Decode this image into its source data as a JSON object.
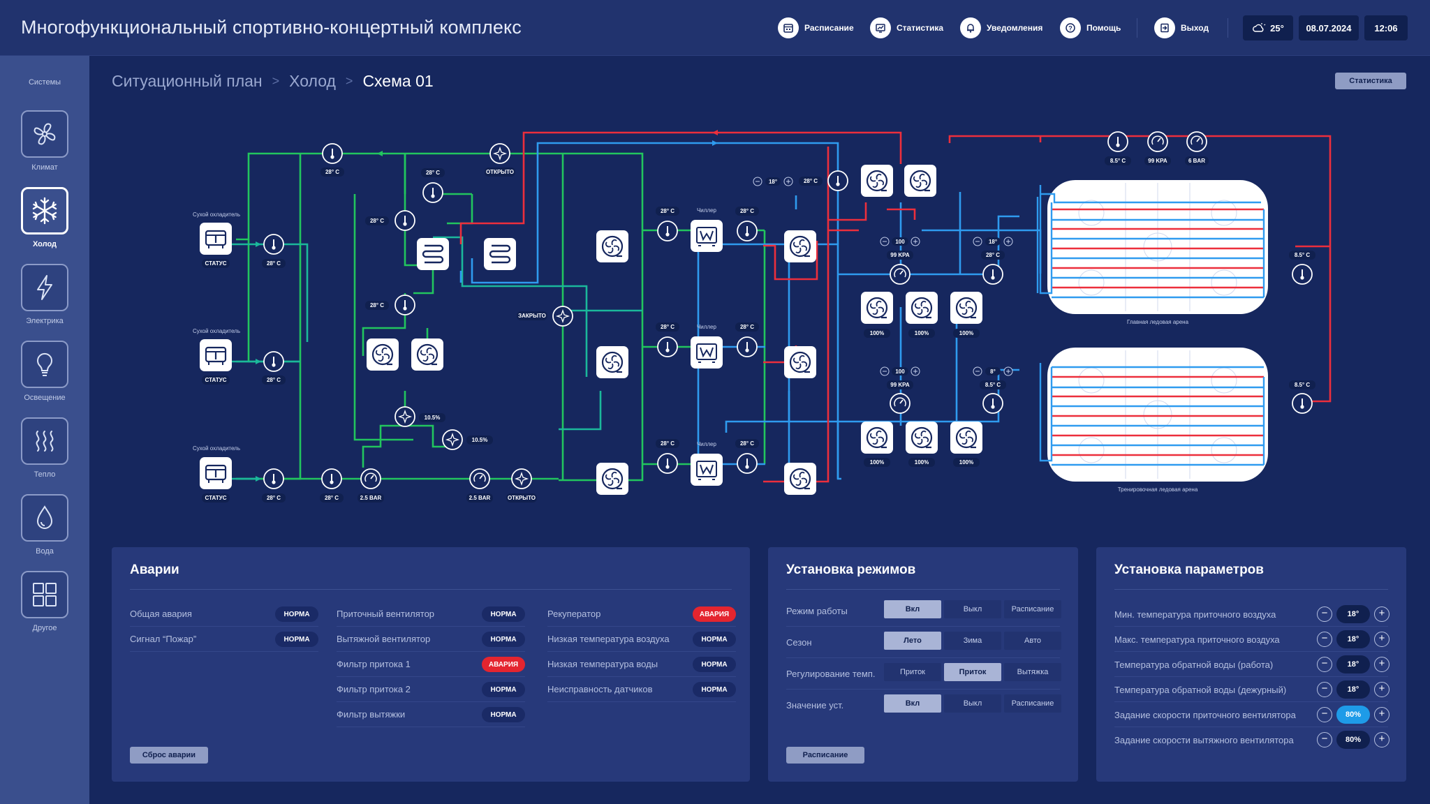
{
  "app": {
    "title": "Многофункциональный спортивно-концертный комплекс"
  },
  "header": {
    "nav": [
      {
        "label": "Расписание",
        "icon": "calendar-icon"
      },
      {
        "label": "Статистика",
        "icon": "chart-icon"
      },
      {
        "label": "Уведомления",
        "icon": "bell-icon"
      },
      {
        "label": "Помощь",
        "icon": "help-icon"
      },
      {
        "label": "Выход",
        "icon": "exit-icon"
      }
    ],
    "weather": "25°",
    "date": "08.07.2024",
    "time": "12:06"
  },
  "sidebar": {
    "title": "Системы",
    "items": [
      {
        "label": "Климат",
        "icon": "fan-icon"
      },
      {
        "label": "Холод",
        "icon": "snowflake-icon",
        "active": true
      },
      {
        "label": "Электрика",
        "icon": "lightning-icon"
      },
      {
        "label": "Освещение",
        "icon": "bulb-icon"
      },
      {
        "label": "Тепло",
        "icon": "heat-icon"
      },
      {
        "label": "Вода",
        "icon": "drop-icon"
      },
      {
        "label": "Другое",
        "icon": "grid-icon"
      }
    ]
  },
  "breadcrumb": {
    "items": [
      "Ситуационный план",
      "Холод",
      "Схема 01"
    ]
  },
  "top_stat_button": "Статистика",
  "diagram": {
    "dry_cooler_label": "Сухой охладитель",
    "status_label": "СТАТУС",
    "temp_28": "28° C",
    "open": "ОТКРЫТО",
    "closed": "ЗАКРЫТО",
    "bar_25": "2.5 BAR",
    "pct_105": "10.5%",
    "chiller": "Чиллер",
    "pressure_99": "99 KPA",
    "bar_6": "6 BAR",
    "temp_85": "8.5° C",
    "pct_100": "100%",
    "val_100": "100",
    "val_18": "18°",
    "val_8": "8°",
    "arena_main": "Главная ледовая арена",
    "arena_training": "Тренировочная ледовая арена"
  },
  "alarms": {
    "title": "Аварии",
    "columns": [
      [
        {
          "name": "Общая авария",
          "status": "НОРМА",
          "alarm": false
        },
        {
          "name": "Сигнал “Пожар”",
          "status": "НОРМА",
          "alarm": false
        }
      ],
      [
        {
          "name": "Приточный вентилятор",
          "status": "НОРМА",
          "alarm": false
        },
        {
          "name": "Вытяжной вентилятор",
          "status": "НОРМА",
          "alarm": false
        },
        {
          "name": "Фильтр притока 1",
          "status": "АВАРИЯ",
          "alarm": true
        },
        {
          "name": "Фильтр притока 2",
          "status": "НОРМА",
          "alarm": false
        },
        {
          "name": "Фильтр вытяжки",
          "status": "НОРМА",
          "alarm": false
        }
      ],
      [
        {
          "name": "Рекуператор",
          "status": "АВАРИЯ",
          "alarm": true
        },
        {
          "name": "Низкая температура воздуха",
          "status": "НОРМА",
          "alarm": false
        },
        {
          "name": "Низкая температура воды",
          "status": "НОРМА",
          "alarm": false
        },
        {
          "name": "Неисправность датчиков",
          "status": "НОРМА",
          "alarm": false
        }
      ]
    ],
    "reset_button": "Сброс аварии"
  },
  "modes": {
    "title": "Установка режимов",
    "rows": [
      {
        "label": "Режим работы",
        "options": [
          "Вкл",
          "Выкл",
          "Расписание"
        ],
        "selected": 0
      },
      {
        "label": "Сезон",
        "options": [
          "Лето",
          "Зима",
          "Авто"
        ],
        "selected": 0
      },
      {
        "label": "Регулирование темп.",
        "options": [
          "Приток",
          "Приток",
          "Вытяжка"
        ],
        "selected": 1
      },
      {
        "label": "Значение уст.",
        "options": [
          "Вкл",
          "Выкл",
          "Расписание"
        ],
        "selected": 0
      }
    ],
    "schedule_button": "Расписание"
  },
  "params": {
    "title": "Установка параметров",
    "rows": [
      {
        "label": "Мин. температура приточного воздуха",
        "value": "18°",
        "highlight": false
      },
      {
        "label": "Макс. температура приточного воздуха",
        "value": "18°",
        "highlight": false
      },
      {
        "label": "Температура обратной воды (работа)",
        "value": "18°",
        "highlight": false
      },
      {
        "label": "Температура обратной воды (дежурный)",
        "value": "18°",
        "highlight": false
      },
      {
        "label": "Задание скорости приточного вентилятора",
        "value": "80%",
        "highlight": true
      },
      {
        "label": "Задание скорости вытяжного вентилятора",
        "value": "80%",
        "highlight": false
      }
    ]
  },
  "colors": {
    "green": "#22c55e",
    "blue": "#2f9bef",
    "red": "#ec2f3c",
    "teal": "#1bb89b",
    "alarm": "#e4252f",
    "highlight": "#1e9be8"
  }
}
